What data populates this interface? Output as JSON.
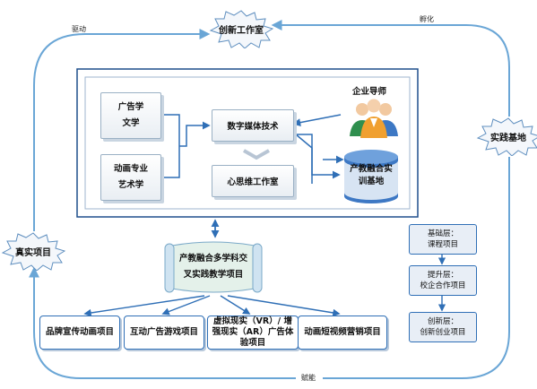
{
  "cycle": {
    "top_node": "创新工作室",
    "right_node": "实践基地",
    "left_node": "真实项目",
    "label_drive": "驱动",
    "label_incubate": "孵化",
    "label_empower": "赋能"
  },
  "panel": {
    "left_top_line1": "广告学",
    "left_top_line2": "文学",
    "left_bottom_line1": "动画专业",
    "left_bottom_line2": "艺术学",
    "center_top": "数字媒体技术",
    "center_bottom": "心思维工作室",
    "mentor_label": "企业导师",
    "base_line1": "产教融合实",
    "base_line2": "训基地"
  },
  "scroll": {
    "line1": "产教融合多学科交",
    "line2": "叉实践教学项目"
  },
  "projects": [
    "品牌宣传动画项目",
    "互动广告游戏项目",
    "虚拟现实（VR）/ 增强现实（AR）广告体验项目",
    "动画短视频营销项目"
  ],
  "levels": [
    {
      "line1": "基础层：",
      "line2": "课程项目"
    },
    {
      "line1": "提升层：",
      "line2": "校企合作项目"
    },
    {
      "line1": "创新层：",
      "line2": "创新创业项目"
    }
  ],
  "colors": {
    "accent": "#2f6fb6",
    "cycle_line": "#6aa6d6",
    "cloud_fill": "#f4f7fb",
    "panel_border": "#1f4e8c",
    "base_cylinder": "#3d78c4"
  }
}
